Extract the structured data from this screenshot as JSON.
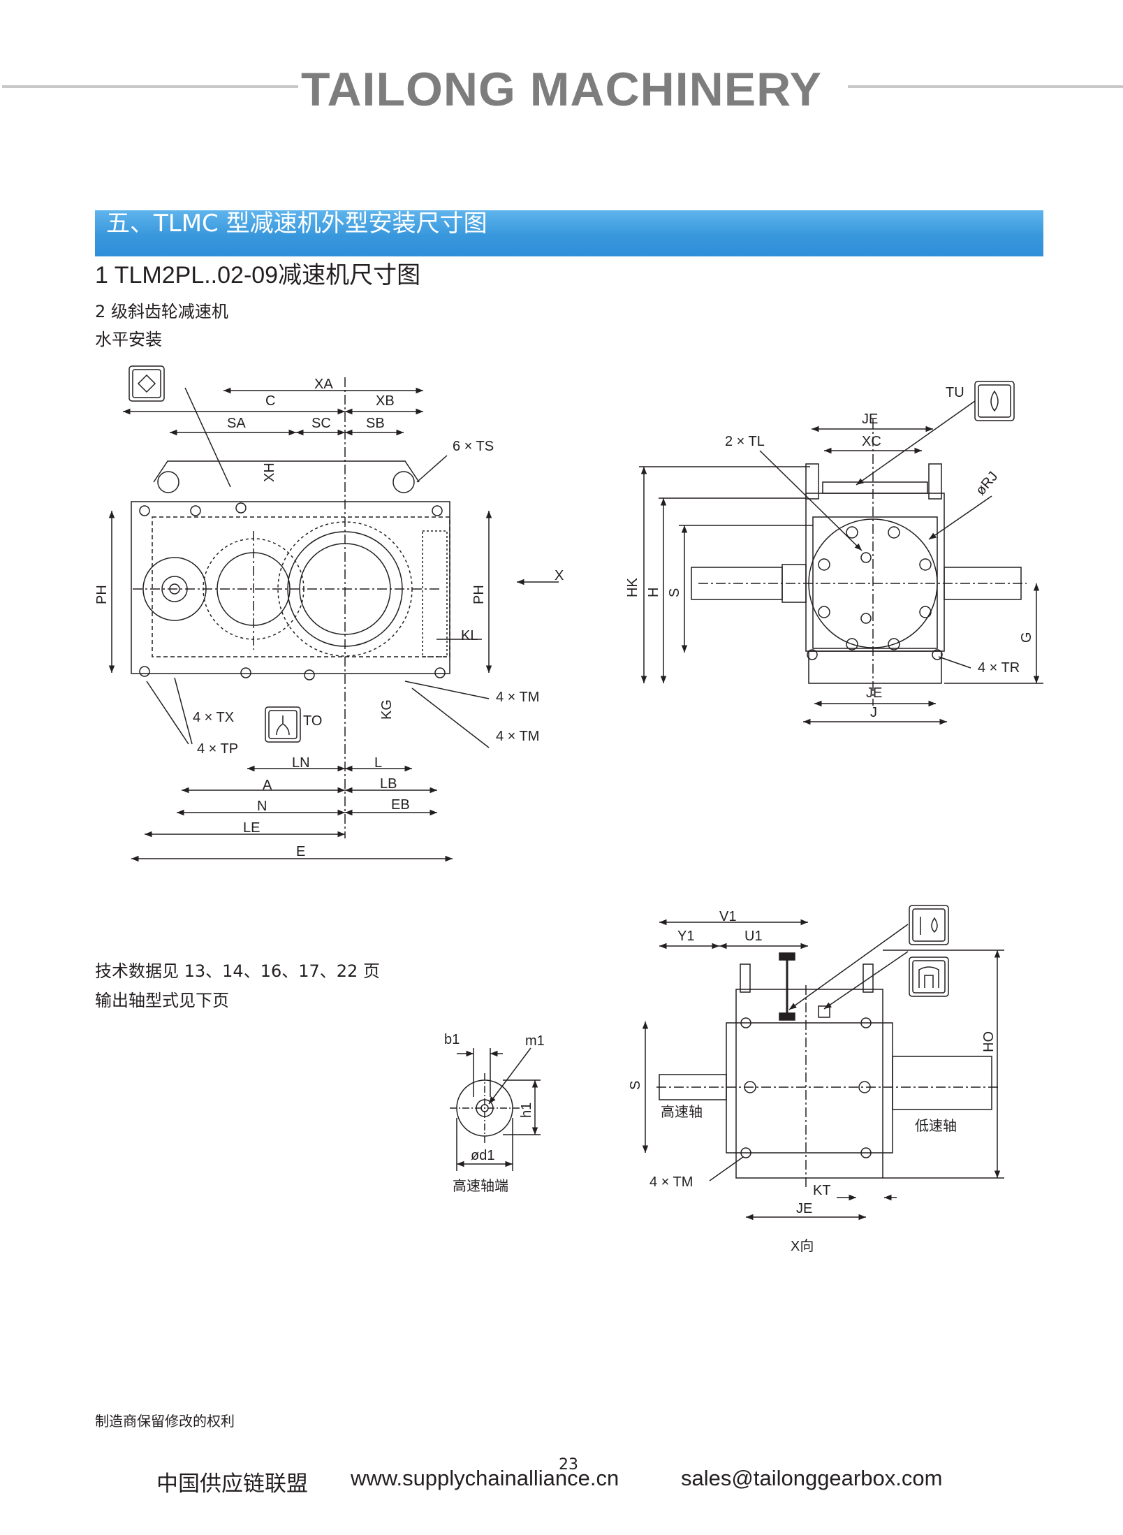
{
  "header": {
    "brand": "TAILONG MACHINERY"
  },
  "section_title": "五、TLMC 型减速机外型安装尺寸图",
  "subtitle": "1 TLM2PL..02-09减速机尺寸图",
  "desc": {
    "line1": "2 级斜齿轮减速机",
    "line2": "水平安装"
  },
  "notes": {
    "line1": "技术数据见 13、14、16、17、22 页",
    "line2": "输出轴型式见下页"
  },
  "disclaimer": "制造商保留修改的权利",
  "page_number": "23",
  "footer": {
    "org": "中国供应链联盟",
    "url": "www.supplychainalliance.cn",
    "email": "sales@tailonggearbox.com"
  },
  "drawing_labels": {
    "front": [
      "XA",
      "C",
      "XB",
      "SA",
      "SC",
      "SB",
      "6 × TS",
      "XH",
      "X",
      "PH",
      "PH",
      "KL",
      "4 × TX",
      "4 × TP",
      "TO",
      "KG",
      "4 × TM",
      "4 × TM",
      "LN",
      "L",
      "A",
      "LB",
      "N",
      "EB",
      "LE",
      "E"
    ],
    "side": [
      "TU",
      "JE",
      "2 × TL",
      "XC",
      "øRJ",
      "HK",
      "H",
      "S",
      "G",
      "4 × TR",
      "JE",
      "J"
    ],
    "shaft": [
      "b1",
      "m1",
      "h1",
      "ød1",
      "高速轴端"
    ],
    "top": [
      "V1",
      "Y1",
      "U1",
      "S",
      "HO",
      "高速轴",
      "低速轴",
      "4 × TM",
      "KT",
      "JE",
      "X向"
    ]
  }
}
